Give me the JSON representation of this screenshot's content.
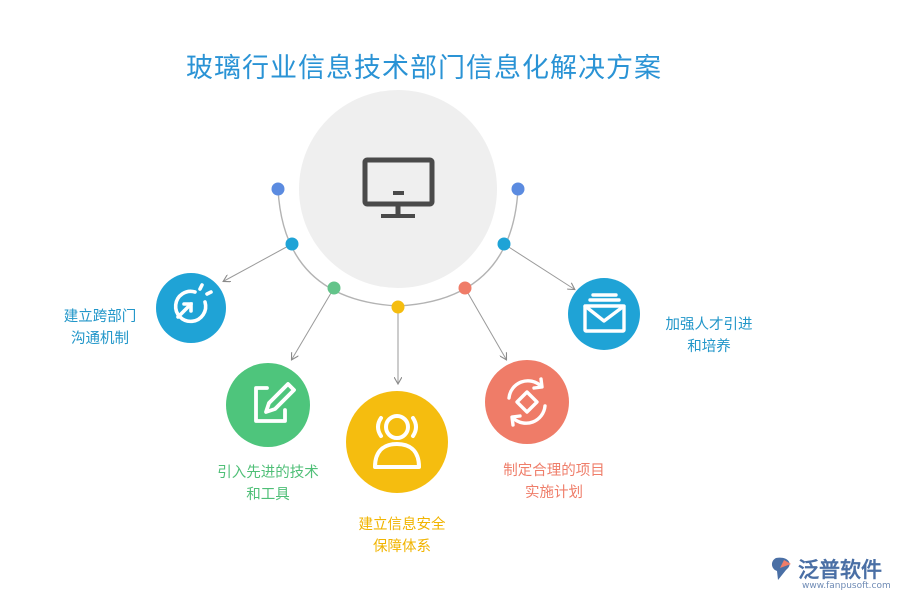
{
  "title": "玻璃行业信息技术部门信息化解决方案",
  "items": {
    "cross_dept": {
      "line1": "建立跨部门",
      "line2": "沟通机制",
      "color": "#1fa3d6",
      "icon": "refresh-arrow-icon"
    },
    "tools": {
      "line1": "引入先进的技术",
      "line2": "和工具",
      "color": "#4ec57c",
      "icon": "edit-icon"
    },
    "security": {
      "line1": "建立信息安全",
      "line2": "保障体系",
      "color": "#f5bd0f",
      "icon": "user-icon"
    },
    "plan": {
      "line1": "制定合理的项目",
      "line2": "实施计划",
      "color": "#ef7c68",
      "icon": "cycle-icon"
    },
    "talent": {
      "line1": "加强人才引进",
      "line2": "和培养",
      "color": "#1fa3d6",
      "icon": "mail-icon"
    }
  },
  "center": {
    "icon": "monitor-icon",
    "color": "#efefef"
  },
  "dots": [
    "#5b8be0",
    "#1fa3d6",
    "#63c48a",
    "#f5bd0f",
    "#ef7c68",
    "#1fa3d6",
    "#5b8be0"
  ],
  "logo": {
    "name": "泛普软件",
    "url": "www.fanpusoft.com"
  }
}
